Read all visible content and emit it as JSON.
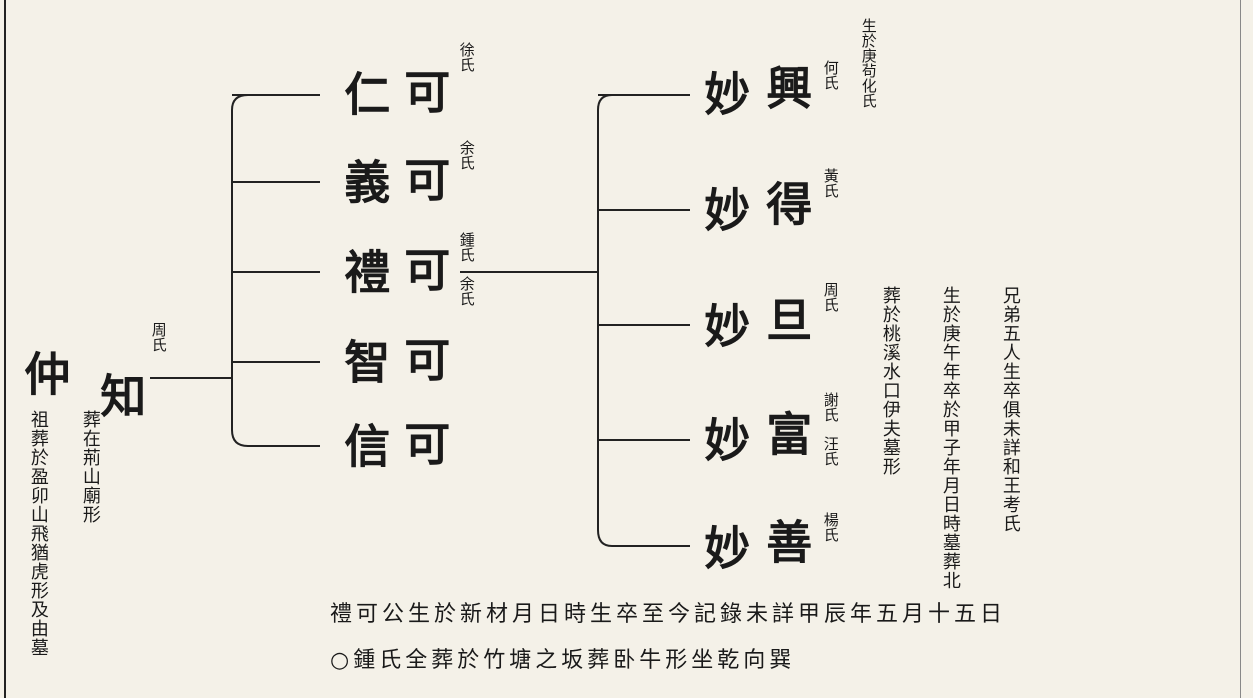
{
  "ancestor": {
    "name": "仲",
    "note": "祖葬於盈卯山飛猶虎形及由墓"
  },
  "father": {
    "name": "知",
    "spouse": "周氏",
    "note": "葬在荊山廟形"
  },
  "sons": [
    {
      "name": "仁",
      "rank": "可",
      "spouse": "徐氏"
    },
    {
      "name": "義",
      "rank": "可",
      "spouse": "余氏"
    },
    {
      "name": "禮",
      "rank": "可",
      "spouse": "鍾氏",
      "spouse2": "余氏"
    },
    {
      "name": "智",
      "rank": "可",
      "spouse": ""
    },
    {
      "name": "信",
      "rank": "可",
      "spouse": ""
    }
  ],
  "grandsons": [
    {
      "prefix": "妙",
      "name": "興",
      "spouse": "何氏",
      "note": "生於庚茍化氏"
    },
    {
      "prefix": "妙",
      "name": "得",
      "spouse": "黃氏",
      "note": ""
    },
    {
      "prefix": "妙",
      "name": "旦",
      "spouse": "周氏",
      "note": ""
    },
    {
      "prefix": "妙",
      "name": "富",
      "spouse": "謝氏",
      "spouse2": "汪氏",
      "note": ""
    },
    {
      "prefix": "妙",
      "name": "善",
      "spouse": "楊氏",
      "note": ""
    }
  ],
  "side_notes": [
    "兄弟五人生卒俱未詳和王考氏",
    "生於庚午年卒於甲子年月日時墓葬北",
    "葬於桃溪水口伊夫墓形"
  ],
  "bottom_notes": [
    "禮可公生於新材月日時生卒至今記錄未詳甲辰年五月十五日",
    "○鍾氏全葬於竹塘之坂葬卧牛形坐乾向巽"
  ]
}
